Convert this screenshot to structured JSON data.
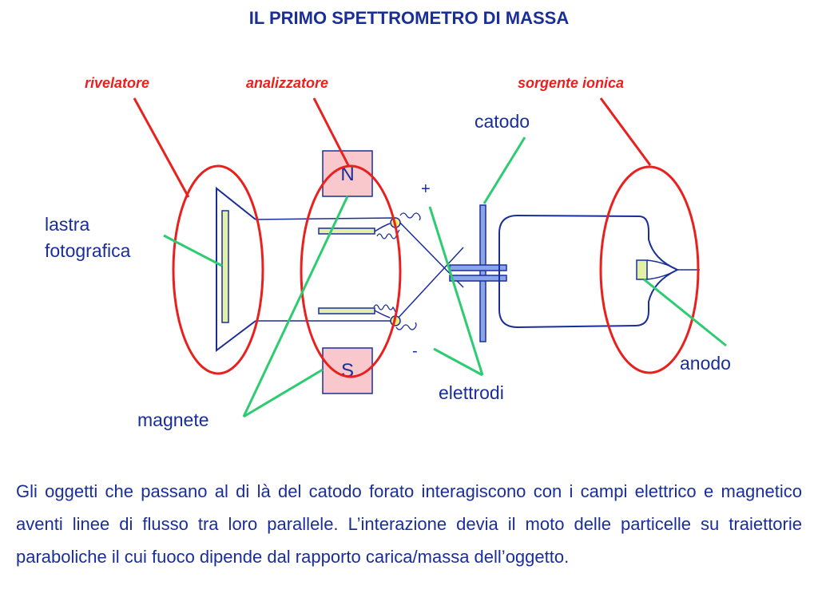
{
  "title": "IL PRIMO SPETTROMETRO DI MASSA",
  "colors": {
    "title": "#1a2e9a",
    "red_callout": "#e8211f",
    "green_pointer": "#2ecc71",
    "magnet_fill": "#f8c8cc",
    "component_fill": "#8aa6e8",
    "plate_fill": "#e3f0a6",
    "outline": "#1a2e9a"
  },
  "regions": {
    "detector": "rivelatore",
    "analyzer": "analizzatore",
    "ion_source": "sorgente ionica"
  },
  "components": {
    "cathode": "catodo",
    "photo_plate_line1": "lastra",
    "photo_plate_line2": "fotografica",
    "magnet": "magnete",
    "electrodes": "elettrodi",
    "anode": "anodo",
    "north_pole": "N",
    "south_pole": "S",
    "plus_sign": "+",
    "minus_sign": "-"
  },
  "description": "Gli oggetti che passano al di là del catodo forato interagiscono con i campi elettrico e magnetico aventi linee di flusso tra loro parallele. L’interazione devia il moto delle particelle su traiettorie paraboliche il cui fuoco dipende dal rapporto carica/massa dell’oggetto."
}
